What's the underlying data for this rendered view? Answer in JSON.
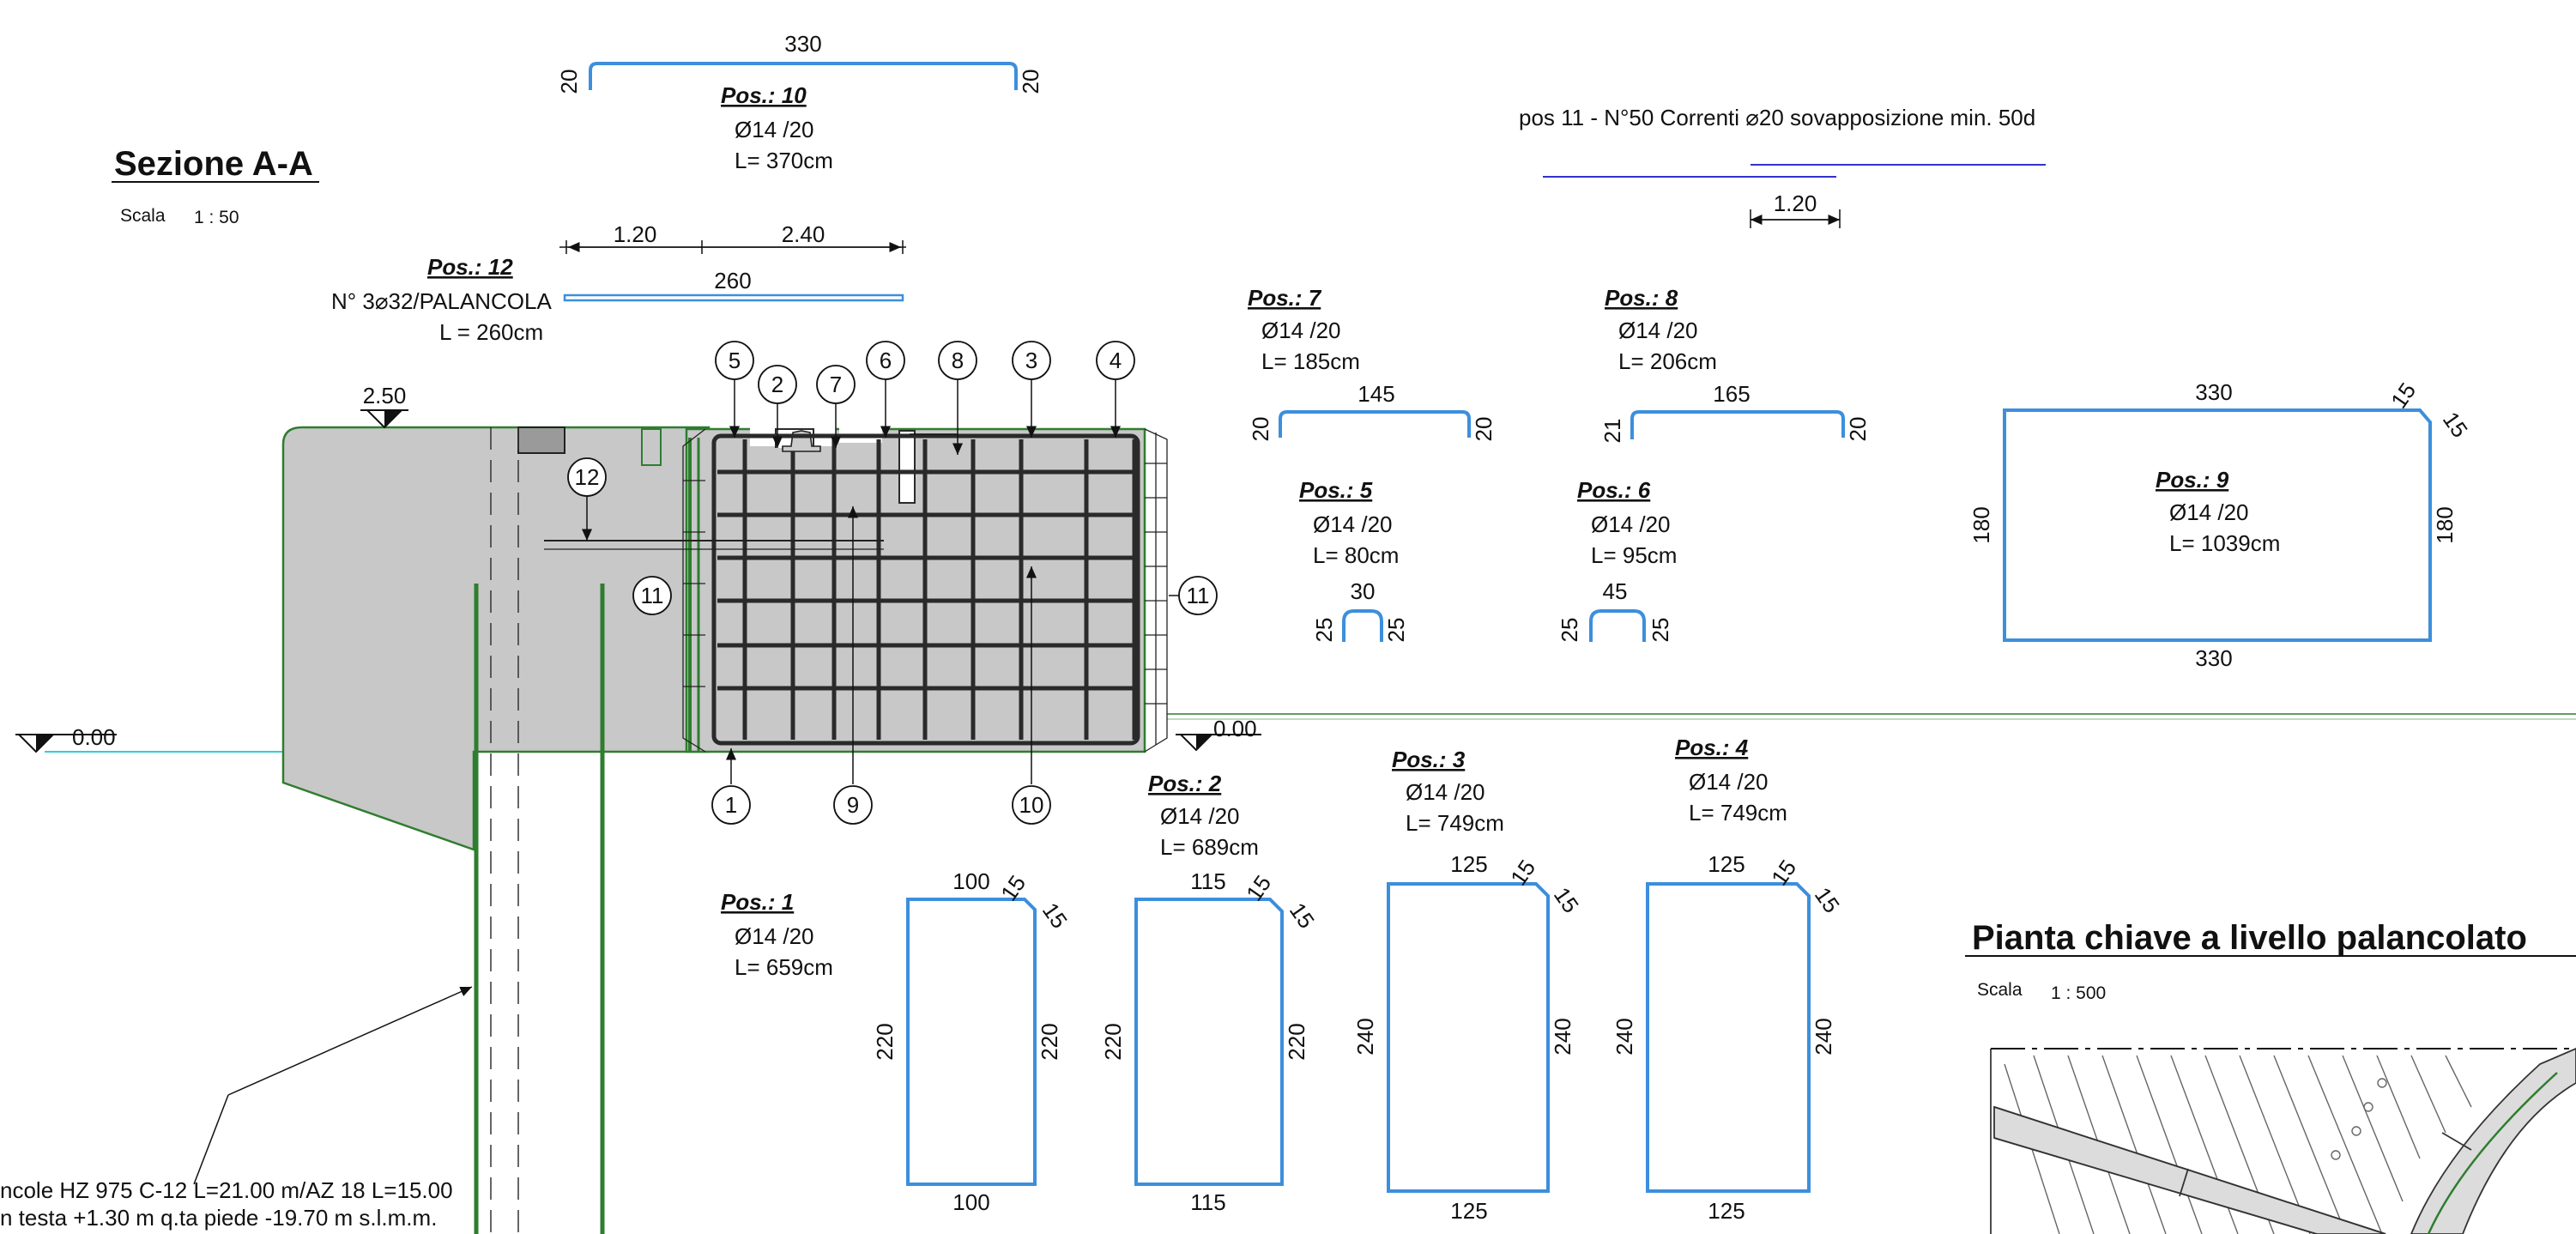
{
  "section": {
    "title": "Sezione A-A",
    "scale_label": "Scala",
    "scale_value": "1 : 50"
  },
  "plan": {
    "title": "Pianta chiave a livello palancolato",
    "scale_label": "Scala",
    "scale_value": "1 : 500"
  },
  "top_note": {
    "text": "pos 11 - N°50 Correnti ⌀20 sovapposizione min. 50d",
    "dim": "1.20"
  },
  "pos12": {
    "title": "Pos.: 12",
    "line1": "N° 3⌀32/PALANCOLA",
    "line2": "L = 260cm",
    "length": "260",
    "dim_a": "1.20",
    "dim_b": "2.40"
  },
  "levels": {
    "top": "2.50",
    "zero_left": "0.00",
    "zero_right": "0.00"
  },
  "bubbles": [
    "5",
    "2",
    "7",
    "6",
    "8",
    "3",
    "4",
    "12",
    "11",
    "11",
    "1",
    "9",
    "10"
  ],
  "sheetpile_note": {
    "line1": "ncole HZ 975 C-12 L=21.00 m/AZ 18 L=15.00",
    "line2": "n testa +1.30 m q.ta piede -19.70 m s.l.m.m."
  },
  "positions": {
    "p10": {
      "title": "Pos.: 10",
      "bar": "Ø14 /20",
      "len": "L= 370cm",
      "top": "330",
      "left": "20",
      "right": "20"
    },
    "p7": {
      "title": "Pos.: 7",
      "bar": "Ø14 /20",
      "len": "L= 185cm",
      "top": "145",
      "left": "20",
      "right": "20"
    },
    "p8": {
      "title": "Pos.: 8",
      "bar": "Ø14 /20",
      "len": "L= 206cm",
      "top": "165",
      "left": "21",
      "right": "20"
    },
    "p5": {
      "title": "Pos.: 5",
      "bar": "Ø14 /20",
      "len": "L= 80cm",
      "top": "30",
      "left": "25",
      "right": "25"
    },
    "p6": {
      "title": "Pos.: 6",
      "bar": "Ø14 /20",
      "len": "L= 95cm",
      "top": "45",
      "left": "25",
      "right": "25"
    },
    "p9": {
      "title": "Pos.: 9",
      "bar": "Ø14 /20",
      "len": "L= 1039cm",
      "top": "330",
      "bottom": "330",
      "left": "180",
      "right": "180",
      "hook": "15"
    },
    "p1": {
      "title": "Pos.: 1",
      "bar": "Ø14 /20",
      "len": "L= 659cm",
      "top": "100",
      "bottom": "100",
      "left": "220",
      "right": "220",
      "hook": "15"
    },
    "p2": {
      "title": "Pos.: 2",
      "bar": "Ø14 /20",
      "len": "L= 689cm",
      "top": "115",
      "bottom": "115",
      "left": "220",
      "right": "220",
      "hook": "15"
    },
    "p3": {
      "title": "Pos.: 3",
      "bar": "Ø14 /20",
      "len": "L= 749cm",
      "top": "125",
      "bottom": "125",
      "left": "240",
      "right": "240",
      "hook": "15"
    },
    "p4": {
      "title": "Pos.: 4",
      "bar": "Ø14 /20",
      "len": "L= 749cm",
      "top": "125",
      "bottom": "125",
      "left": "240",
      "right": "240",
      "hook": "15"
    }
  }
}
